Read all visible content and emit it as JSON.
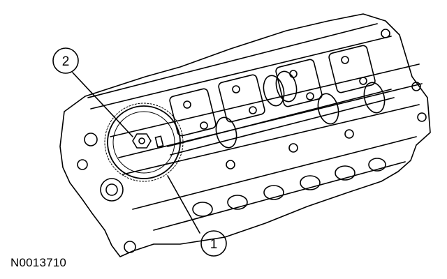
{
  "figure": {
    "id": "N0013710",
    "callouts": [
      {
        "number": "1"
      },
      {
        "number": "2"
      }
    ]
  },
  "icons": [
    "camshaft-sprocket-icon",
    "cylinder-head-icon",
    "camshaft-icon",
    "bolt-icon"
  ]
}
